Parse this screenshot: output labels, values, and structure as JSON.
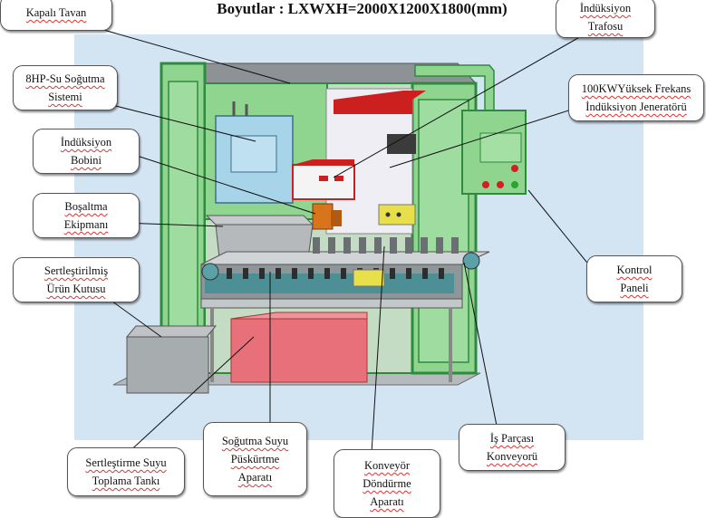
{
  "title": "Boyutlar : LXWXH=2000X1200X1800(mm)",
  "callouts": {
    "kapali_tavan": {
      "line1": "Kapalı Tavan"
    },
    "induksiyon_trafosu": {
      "line1": "İndüksiyon",
      "line2": "Trafosu"
    },
    "su_sogutma": {
      "line1": "8HP-Su Soğutma",
      "line2": "Sistemi"
    },
    "jenerator": {
      "line1": "100KWYüksek Frekans",
      "line2": "İndüksiyon Jeneratörü"
    },
    "induksiyon_bobini": {
      "line1": "İndüksiyon",
      "line2": "Bobini"
    },
    "bosaltma": {
      "line1": "Boşaltma",
      "line2": "Ekipmanı"
    },
    "urun_kutusu": {
      "line1": "Sertleştirilmiş",
      "line2": "Ürün Kutusu"
    },
    "kontrol_paneli": {
      "line1": "Kontrol",
      "line2": "Paneli"
    },
    "toplama_tanki": {
      "line1": "Sertleştirme Suyu",
      "line2": "Toplama Tankı"
    },
    "puskurtme": {
      "line1": "Soğutma Suyu",
      "line2": "Püskürtme",
      "line3": "Aparatı"
    },
    "dondurme": {
      "line1": "Konveyör",
      "line2": "Döndürme",
      "line3": "Aparatı"
    },
    "is_parcasi": {
      "line1": "İş Parçası",
      "line2": "Konveyorü"
    }
  },
  "colors": {
    "frame_green": "#2e8b3e",
    "panel_green": "#8fd48f",
    "cooling_blue": "#a8d4ea",
    "transformer_red": "#cc1f1f",
    "tank_pink": "#e8707a",
    "steel_gray": "#9aa0a4",
    "background_blue": "#d3e4f3"
  }
}
